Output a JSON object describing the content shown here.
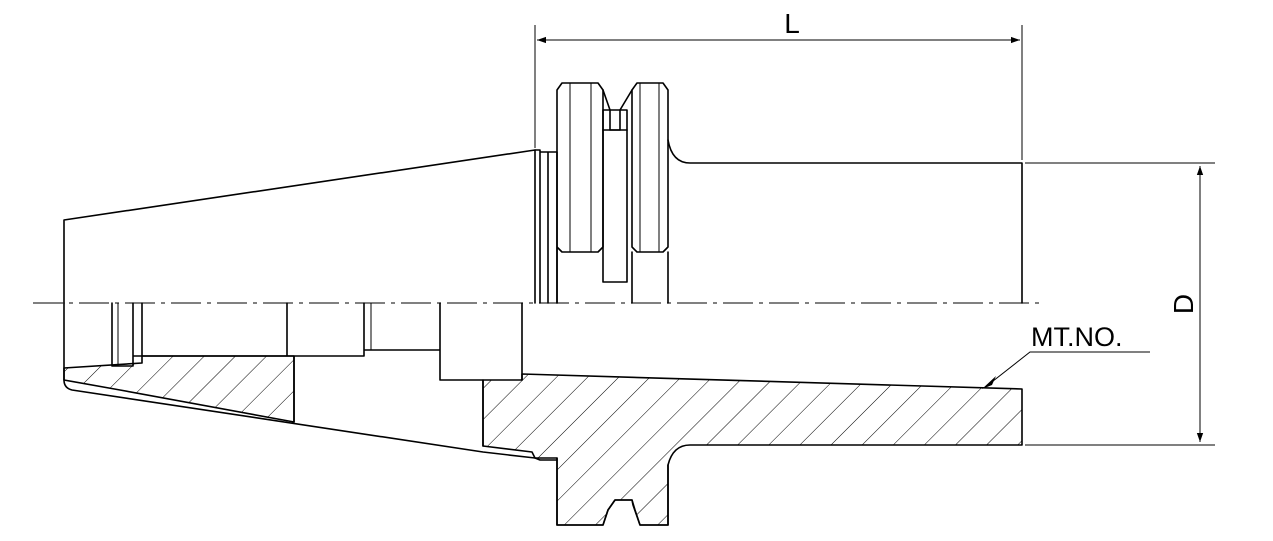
{
  "dimensions": {
    "length_label": "L",
    "diameter_label": "D",
    "taper_label": "MT.NO."
  }
}
